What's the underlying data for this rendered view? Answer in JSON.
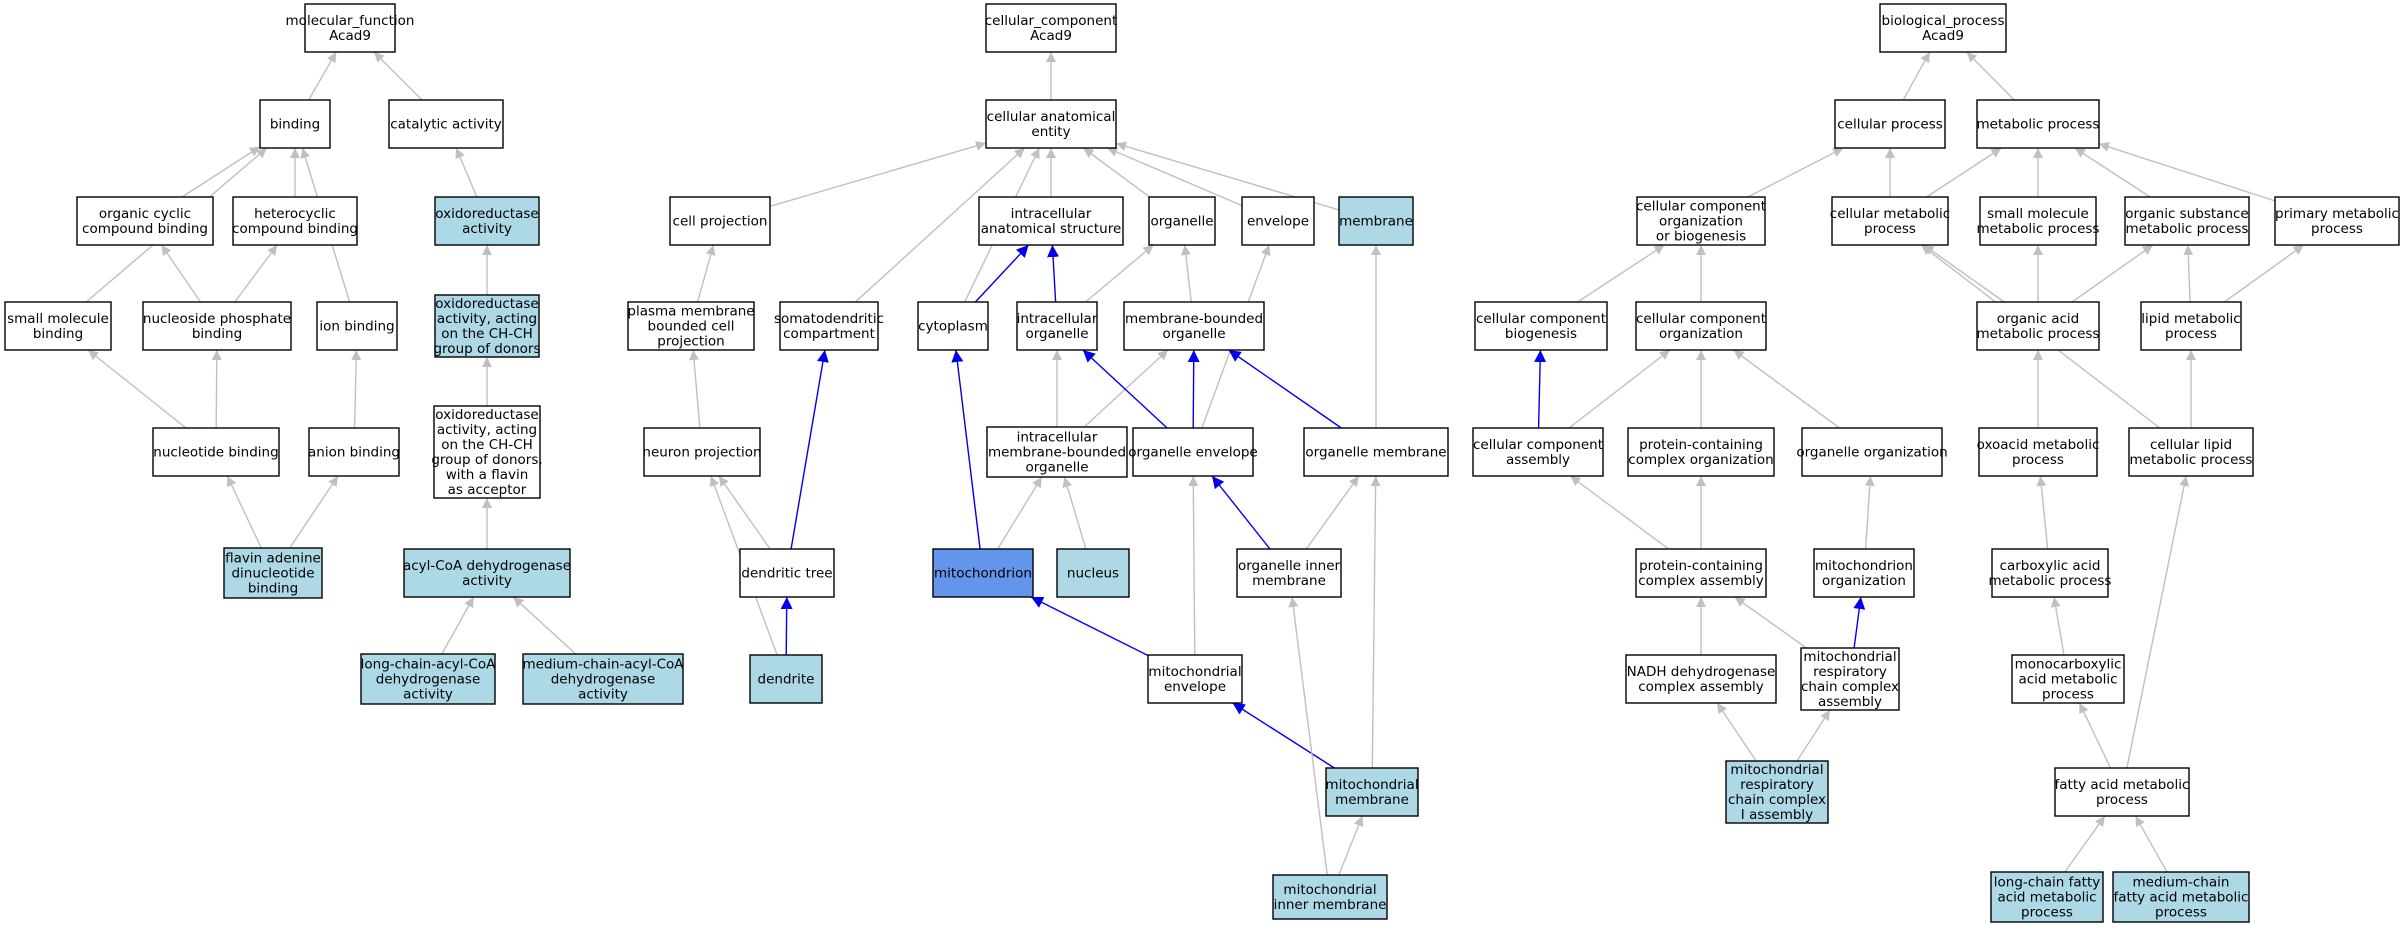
{
  "colors": {
    "node_default": "#ffffff",
    "node_annotated": "#add8e6",
    "node_focus": "#6495ed",
    "edge_gray": "#c0c0c0",
    "edge_blue": "#0000ee"
  },
  "nodes": [
    {
      "id": "mf",
      "lines": [
        "molecular_function",
        "Acad9"
      ],
      "fill": "default"
    },
    {
      "id": "binding",
      "lines": [
        "binding"
      ],
      "fill": "default"
    },
    {
      "id": "catalytic",
      "lines": [
        "catalytic activity"
      ],
      "fill": "default"
    },
    {
      "id": "ocb",
      "lines": [
        "organic cyclic",
        "compound binding"
      ],
      "fill": "default"
    },
    {
      "id": "hcb",
      "lines": [
        "heterocyclic",
        "compound binding"
      ],
      "fill": "default"
    },
    {
      "id": "oxidoreductase",
      "lines": [
        "oxidoreductase",
        "activity"
      ],
      "fill": "annotated"
    },
    {
      "id": "smb",
      "lines": [
        "small molecule",
        "binding"
      ],
      "fill": "default"
    },
    {
      "id": "npb",
      "lines": [
        "nucleoside phosphate",
        "binding"
      ],
      "fill": "default"
    },
    {
      "id": "ionb",
      "lines": [
        "ion binding"
      ],
      "fill": "default"
    },
    {
      "id": "ox_chch",
      "lines": [
        "oxidoreductase",
        "activity, acting",
        "on the CH-CH",
        "group of donors"
      ],
      "fill": "annotated"
    },
    {
      "id": "ntb",
      "lines": [
        "nucleotide binding"
      ],
      "fill": "default"
    },
    {
      "id": "anionb",
      "lines": [
        "anion binding"
      ],
      "fill": "default"
    },
    {
      "id": "ox_flavin",
      "lines": [
        "oxidoreductase",
        "activity, acting",
        "on the CH-CH",
        "group of donors,",
        "with a flavin",
        "as acceptor"
      ],
      "fill": "default"
    },
    {
      "id": "fad",
      "lines": [
        "flavin adenine",
        "dinucleotide",
        "binding"
      ],
      "fill": "annotated"
    },
    {
      "id": "acyl",
      "lines": [
        "acyl-CoA dehydrogenase",
        "activity"
      ],
      "fill": "annotated"
    },
    {
      "id": "lcacd",
      "lines": [
        "long-chain-acyl-CoA",
        "dehydrogenase",
        "activity"
      ],
      "fill": "annotated"
    },
    {
      "id": "mcacd",
      "lines": [
        "medium-chain-acyl-CoA",
        "dehydrogenase",
        "activity"
      ],
      "fill": "annotated"
    },
    {
      "id": "cc",
      "lines": [
        "cellular_component",
        "Acad9"
      ],
      "fill": "default"
    },
    {
      "id": "cae",
      "lines": [
        "cellular anatomical",
        "entity"
      ],
      "fill": "default"
    },
    {
      "id": "cellproj",
      "lines": [
        "cell projection"
      ],
      "fill": "default"
    },
    {
      "id": "ias",
      "lines": [
        "intracellular",
        "anatomical structure"
      ],
      "fill": "default"
    },
    {
      "id": "organelle",
      "lines": [
        "organelle"
      ],
      "fill": "default"
    },
    {
      "id": "envelope",
      "lines": [
        "envelope"
      ],
      "fill": "default"
    },
    {
      "id": "membrane",
      "lines": [
        "membrane"
      ],
      "fill": "annotated"
    },
    {
      "id": "pmbcp",
      "lines": [
        "plasma membrane",
        "bounded cell",
        "projection"
      ],
      "fill": "default"
    },
    {
      "id": "sdc",
      "lines": [
        "somatodendritic",
        "compartment"
      ],
      "fill": "default"
    },
    {
      "id": "cytoplasm",
      "lines": [
        "cytoplasm"
      ],
      "fill": "default"
    },
    {
      "id": "icorg",
      "lines": [
        "intracellular",
        "organelle"
      ],
      "fill": "default"
    },
    {
      "id": "mbo",
      "lines": [
        "membrane-bounded",
        "organelle"
      ],
      "fill": "default"
    },
    {
      "id": "neuronproj",
      "lines": [
        "neuron projection"
      ],
      "fill": "default"
    },
    {
      "id": "imbo",
      "lines": [
        "intracellular",
        "membrane-bounded",
        "organelle"
      ],
      "fill": "default"
    },
    {
      "id": "orgenv",
      "lines": [
        "organelle envelope"
      ],
      "fill": "default"
    },
    {
      "id": "orgmem",
      "lines": [
        "organelle membrane"
      ],
      "fill": "default"
    },
    {
      "id": "dtree",
      "lines": [
        "dendritic tree"
      ],
      "fill": "default"
    },
    {
      "id": "mito",
      "lines": [
        "mitochondrion"
      ],
      "fill": "focus"
    },
    {
      "id": "nucleus",
      "lines": [
        "nucleus"
      ],
      "fill": "annotated"
    },
    {
      "id": "oim",
      "lines": [
        "organelle inner",
        "membrane"
      ],
      "fill": "default"
    },
    {
      "id": "dendrite",
      "lines": [
        "dendrite"
      ],
      "fill": "annotated"
    },
    {
      "id": "mitoenv",
      "lines": [
        "mitochondrial",
        "envelope"
      ],
      "fill": "default"
    },
    {
      "id": "mitomem",
      "lines": [
        "mitochondrial",
        "membrane"
      ],
      "fill": "annotated"
    },
    {
      "id": "mim",
      "lines": [
        "mitochondrial",
        "inner membrane"
      ],
      "fill": "annotated"
    },
    {
      "id": "bp",
      "lines": [
        "biological_process",
        "Acad9"
      ],
      "fill": "default"
    },
    {
      "id": "cellproc",
      "lines": [
        "cellular process"
      ],
      "fill": "default"
    },
    {
      "id": "metproc",
      "lines": [
        "metabolic process"
      ],
      "fill": "default"
    },
    {
      "id": "ccob",
      "lines": [
        "cellular component",
        "organization",
        "or biogenesis"
      ],
      "fill": "default"
    },
    {
      "id": "cmp",
      "lines": [
        "cellular metabolic",
        "process"
      ],
      "fill": "default"
    },
    {
      "id": "smmp",
      "lines": [
        "small molecule",
        "metabolic process"
      ],
      "fill": "default"
    },
    {
      "id": "osmp",
      "lines": [
        "organic substance",
        "metabolic process"
      ],
      "fill": "default"
    },
    {
      "id": "pmp",
      "lines": [
        "primary metabolic",
        "process"
      ],
      "fill": "default"
    },
    {
      "id": "ccb",
      "lines": [
        "cellular component",
        "biogenesis"
      ],
      "fill": "default"
    },
    {
      "id": "cco",
      "lines": [
        "cellular component",
        "organization"
      ],
      "fill": "default"
    },
    {
      "id": "oamp",
      "lines": [
        "organic acid",
        "metabolic process"
      ],
      "fill": "default"
    },
    {
      "id": "lmp",
      "lines": [
        "lipid metabolic",
        "process"
      ],
      "fill": "default"
    },
    {
      "id": "cca",
      "lines": [
        "cellular component",
        "assembly"
      ],
      "fill": "default"
    },
    {
      "id": "pcco",
      "lines": [
        "protein-containing",
        "complex organization"
      ],
      "fill": "default"
    },
    {
      "id": "orgorg",
      "lines": [
        "organelle organization"
      ],
      "fill": "default"
    },
    {
      "id": "oxomp",
      "lines": [
        "oxoacid metabolic",
        "process"
      ],
      "fill": "default"
    },
    {
      "id": "clmp",
      "lines": [
        "cellular lipid",
        "metabolic process"
      ],
      "fill": "default"
    },
    {
      "id": "pcca",
      "lines": [
        "protein-containing",
        "complex assembly"
      ],
      "fill": "default"
    },
    {
      "id": "mitoorg",
      "lines": [
        "mitochondrion",
        "organization"
      ],
      "fill": "default"
    },
    {
      "id": "camp",
      "lines": [
        "carboxylic acid",
        "metabolic process"
      ],
      "fill": "default"
    },
    {
      "id": "ndhca",
      "lines": [
        "NADH dehydrogenase",
        "complex assembly"
      ],
      "fill": "default"
    },
    {
      "id": "mrcca",
      "lines": [
        "mitochondrial",
        "respiratory",
        "chain complex",
        "assembly"
      ],
      "fill": "default"
    },
    {
      "id": "mcamp",
      "lines": [
        "monocarboxylic",
        "acid metabolic",
        "process"
      ],
      "fill": "default"
    },
    {
      "id": "mrcc1",
      "lines": [
        "mitochondrial",
        "respiratory",
        "chain complex",
        "I assembly"
      ],
      "fill": "annotated"
    },
    {
      "id": "famp",
      "lines": [
        "fatty acid metabolic",
        "process"
      ],
      "fill": "default"
    },
    {
      "id": "lcfamp",
      "lines": [
        "long-chain fatty",
        "acid metabolic",
        "process"
      ],
      "fill": "annotated"
    },
    {
      "id": "mcfamp",
      "lines": [
        "medium-chain",
        "fatty acid metabolic",
        "process"
      ],
      "fill": "annotated"
    }
  ],
  "edges": [
    {
      "from": "binding",
      "to": "mf",
      "color": "gray"
    },
    {
      "from": "catalytic",
      "to": "mf",
      "color": "gray"
    },
    {
      "from": "ocb",
      "to": "binding",
      "color": "gray"
    },
    {
      "from": "hcb",
      "to": "binding",
      "color": "gray"
    },
    {
      "from": "smb",
      "to": "binding",
      "color": "gray"
    },
    {
      "from": "ionb",
      "to": "binding",
      "color": "gray"
    },
    {
      "from": "oxidoreductase",
      "to": "catalytic",
      "color": "gray"
    },
    {
      "from": "npb",
      "to": "ocb",
      "color": "gray"
    },
    {
      "from": "npb",
      "to": "hcb",
      "color": "gray"
    },
    {
      "from": "ox_chch",
      "to": "oxidoreductase",
      "color": "gray"
    },
    {
      "from": "ntb",
      "to": "smb",
      "color": "gray"
    },
    {
      "from": "ntb",
      "to": "npb",
      "color": "gray"
    },
    {
      "from": "anionb",
      "to": "ionb",
      "color": "gray"
    },
    {
      "from": "ox_flavin",
      "to": "ox_chch",
      "color": "gray"
    },
    {
      "from": "fad",
      "to": "ntb",
      "color": "gray"
    },
    {
      "from": "fad",
      "to": "anionb",
      "color": "gray"
    },
    {
      "from": "acyl",
      "to": "ox_flavin",
      "color": "gray"
    },
    {
      "from": "lcacd",
      "to": "acyl",
      "color": "gray"
    },
    {
      "from": "mcacd",
      "to": "acyl",
      "color": "gray"
    },
    {
      "from": "cae",
      "to": "cc",
      "color": "gray"
    },
    {
      "from": "cellproj",
      "to": "cae",
      "color": "gray"
    },
    {
      "from": "ias",
      "to": "cae",
      "color": "gray"
    },
    {
      "from": "organelle",
      "to": "cae",
      "color": "gray"
    },
    {
      "from": "envelope",
      "to": "cae",
      "color": "gray"
    },
    {
      "from": "membrane",
      "to": "cae",
      "color": "gray"
    },
    {
      "from": "sdc",
      "to": "cae",
      "color": "gray"
    },
    {
      "from": "cytoplasm",
      "to": "cae",
      "color": "gray"
    },
    {
      "from": "pmbcp",
      "to": "cellproj",
      "color": "gray"
    },
    {
      "from": "cytoplasm",
      "to": "ias",
      "color": "blue"
    },
    {
      "from": "icorg",
      "to": "ias",
      "color": "blue"
    },
    {
      "from": "icorg",
      "to": "organelle",
      "color": "gray"
    },
    {
      "from": "mbo",
      "to": "organelle",
      "color": "gray"
    },
    {
      "from": "neuronproj",
      "to": "pmbcp",
      "color": "gray"
    },
    {
      "from": "imbo",
      "to": "icorg",
      "color": "gray"
    },
    {
      "from": "imbo",
      "to": "mbo",
      "color": "gray"
    },
    {
      "from": "orgenv",
      "to": "icorg",
      "color": "blue"
    },
    {
      "from": "orgenv",
      "to": "mbo",
      "color": "blue"
    },
    {
      "from": "orgenv",
      "to": "envelope",
      "color": "gray"
    },
    {
      "from": "orgmem",
      "to": "mbo",
      "color": "blue"
    },
    {
      "from": "orgmem",
      "to": "membrane",
      "color": "gray"
    },
    {
      "from": "dtree",
      "to": "neuronproj",
      "color": "gray"
    },
    {
      "from": "dtree",
      "to": "sdc",
      "color": "blue"
    },
    {
      "from": "mito",
      "to": "cytoplasm",
      "color": "blue"
    },
    {
      "from": "mito",
      "to": "imbo",
      "color": "gray"
    },
    {
      "from": "nucleus",
      "to": "imbo",
      "color": "gray"
    },
    {
      "from": "oim",
      "to": "orgenv",
      "color": "blue"
    },
    {
      "from": "oim",
      "to": "orgmem",
      "color": "gray"
    },
    {
      "from": "dendrite",
      "to": "dtree",
      "color": "blue"
    },
    {
      "from": "dendrite",
      "to": "neuronproj",
      "color": "gray"
    },
    {
      "from": "mitoenv",
      "to": "mito",
      "color": "blue"
    },
    {
      "from": "mitoenv",
      "to": "orgenv",
      "color": "gray"
    },
    {
      "from": "mitomem",
      "to": "mitoenv",
      "color": "blue"
    },
    {
      "from": "mitomem",
      "to": "orgmem",
      "color": "gray"
    },
    {
      "from": "mim",
      "to": "mitomem",
      "color": "gray"
    },
    {
      "from": "mim",
      "to": "oim",
      "color": "gray"
    },
    {
      "from": "cellproc",
      "to": "bp",
      "color": "gray"
    },
    {
      "from": "metproc",
      "to": "bp",
      "color": "gray"
    },
    {
      "from": "ccob",
      "to": "cellproc",
      "color": "gray"
    },
    {
      "from": "cmp",
      "to": "cellproc",
      "color": "gray"
    },
    {
      "from": "cmp",
      "to": "metproc",
      "color": "gray"
    },
    {
      "from": "smmp",
      "to": "metproc",
      "color": "gray"
    },
    {
      "from": "osmp",
      "to": "metproc",
      "color": "gray"
    },
    {
      "from": "pmp",
      "to": "metproc",
      "color": "gray"
    },
    {
      "from": "ccb",
      "to": "ccob",
      "color": "gray"
    },
    {
      "from": "cco",
      "to": "ccob",
      "color": "gray"
    },
    {
      "from": "oamp",
      "to": "cmp",
      "color": "gray"
    },
    {
      "from": "oamp",
      "to": "smmp",
      "color": "gray"
    },
    {
      "from": "oamp",
      "to": "osmp",
      "color": "gray"
    },
    {
      "from": "lmp",
      "to": "osmp",
      "color": "gray"
    },
    {
      "from": "lmp",
      "to": "pmp",
      "color": "gray"
    },
    {
      "from": "cca",
      "to": "ccb",
      "color": "blue"
    },
    {
      "from": "cca",
      "to": "cco",
      "color": "gray"
    },
    {
      "from": "pcco",
      "to": "cco",
      "color": "gray"
    },
    {
      "from": "orgorg",
      "to": "cco",
      "color": "gray"
    },
    {
      "from": "oxomp",
      "to": "oamp",
      "color": "gray"
    },
    {
      "from": "clmp",
      "to": "lmp",
      "color": "gray"
    },
    {
      "from": "clmp",
      "to": "cmp",
      "color": "gray"
    },
    {
      "from": "pcca",
      "to": "cca",
      "color": "gray"
    },
    {
      "from": "pcca",
      "to": "pcco",
      "color": "gray"
    },
    {
      "from": "mitoorg",
      "to": "orgorg",
      "color": "gray"
    },
    {
      "from": "camp",
      "to": "oxomp",
      "color": "gray"
    },
    {
      "from": "ndhca",
      "to": "pcca",
      "color": "gray"
    },
    {
      "from": "mrcca",
      "to": "pcca",
      "color": "gray"
    },
    {
      "from": "mrcca",
      "to": "mitoorg",
      "color": "blue"
    },
    {
      "from": "mcamp",
      "to": "camp",
      "color": "gray"
    },
    {
      "from": "mrcc1",
      "to": "ndhca",
      "color": "gray"
    },
    {
      "from": "mrcc1",
      "to": "mrcca",
      "color": "gray"
    },
    {
      "from": "famp",
      "to": "mcamp",
      "color": "gray"
    },
    {
      "from": "famp",
      "to": "clmp",
      "color": "gray"
    },
    {
      "from": "lcfamp",
      "to": "famp",
      "color": "gray"
    },
    {
      "from": "mcfamp",
      "to": "famp",
      "color": "gray"
    }
  ]
}
